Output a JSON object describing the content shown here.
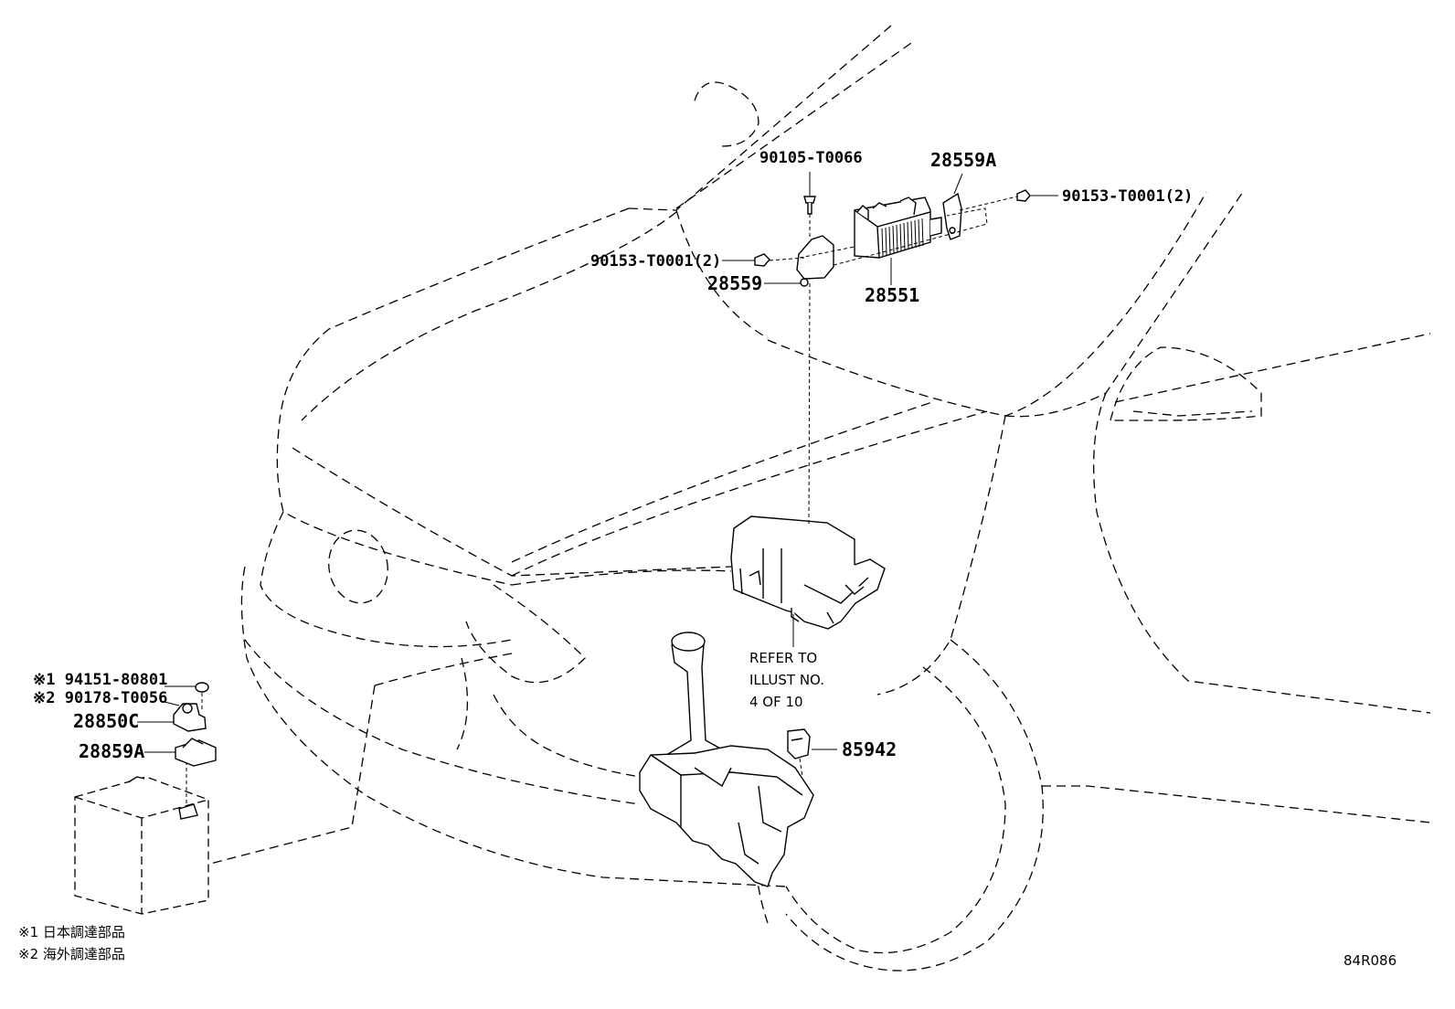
{
  "diagram_code": "84R086",
  "refer_note": {
    "line1": "REFER TO",
    "line2": "ILLUST NO.",
    "line3": "4 OF 10"
  },
  "labels": {
    "bolt_top": "90105-T0066",
    "bracket_a": "28559A",
    "nut_right": "90153-T0001(2)",
    "nut_left": "90153-T0001(2)",
    "bracket": "28559",
    "relay": "28551",
    "mark1_part": "※1 94151-80801",
    "mark2_part": "※2 90178-T0056",
    "terminal_c": "28850C",
    "terminal_a": "28859A",
    "sensor": "85942"
  },
  "footnotes": {
    "note1": "※1 日本調達部品",
    "note2": "※2 海外調達部品"
  }
}
